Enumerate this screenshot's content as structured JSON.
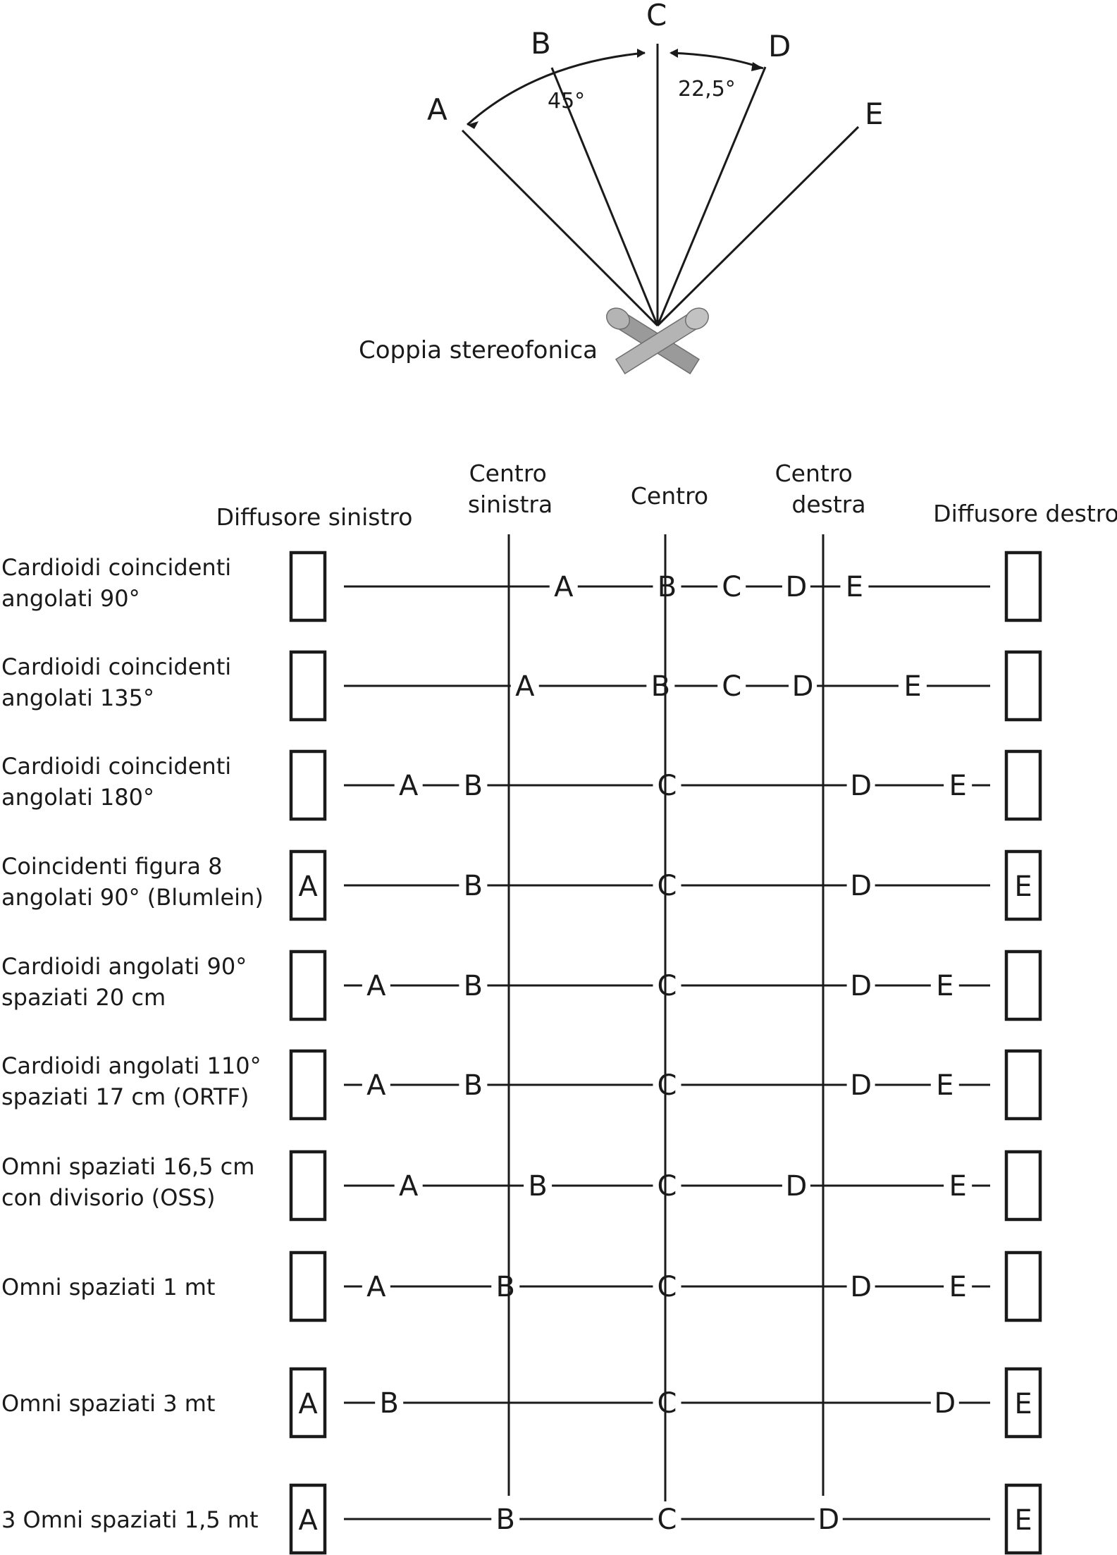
{
  "top_diagram": {
    "ray_labels": [
      "A",
      "B",
      "C",
      "D",
      "E"
    ],
    "angle_labels": [
      "45°",
      "22,5°"
    ],
    "caption": "Coppia stereofonica",
    "mic_colors": [
      "#9a9a9a",
      "#b4b4b4"
    ]
  },
  "table": {
    "column_headers": {
      "left_speaker": "Diffusore sinistro",
      "center_left": [
        "Centro",
        "sinistra"
      ],
      "center": "Centro",
      "center_right": [
        "Centro",
        "destra"
      ],
      "right_speaker": "Diffusore destro"
    },
    "rows": [
      {
        "label": [
          "Cardioidi coincidenti",
          "angolati 90°"
        ],
        "positions": {
          "A": 0.34,
          "B": 0.5,
          "C": 0.6,
          "D": 0.7,
          "E": 0.79
        },
        "left_box": "",
        "right_box": ""
      },
      {
        "label": [
          "Cardioidi coincidenti",
          "angolati 135°"
        ],
        "positions": {
          "A": 0.28,
          "B": 0.49,
          "C": 0.6,
          "D": 0.71,
          "E": 0.88
        },
        "left_box": "",
        "right_box": ""
      },
      {
        "label": [
          "Cardioidi coincidenti",
          "angolati 180°"
        ],
        "positions": {
          "A": 0.1,
          "B": 0.2,
          "C": 0.5,
          "D": 0.8,
          "E": 0.95
        },
        "left_box": "",
        "right_box": ""
      },
      {
        "label": [
          "Coincidenti figura 8",
          "angolati 90° (Blumlein)"
        ],
        "positions": {
          "A": null,
          "B": 0.2,
          "C": 0.5,
          "D": 0.8,
          "E": null
        },
        "left_box": "A",
        "right_box": "E"
      },
      {
        "label": [
          "Cardioidi angolati 90°",
          "spaziati 20 cm"
        ],
        "positions": {
          "A": 0.05,
          "B": 0.2,
          "C": 0.5,
          "D": 0.8,
          "E": 0.93
        },
        "left_box": "",
        "right_box": ""
      },
      {
        "label": [
          "Cardioidi angolati 110°",
          "spaziati 17 cm (ORTF)"
        ],
        "positions": {
          "A": 0.05,
          "B": 0.2,
          "C": 0.5,
          "D": 0.8,
          "E": 0.93
        },
        "left_box": "",
        "right_box": ""
      },
      {
        "label": [
          "Omni spaziati 16,5 cm",
          "con divisorio (OSS)"
        ],
        "positions": {
          "A": 0.1,
          "B": 0.3,
          "C": 0.5,
          "D": 0.7,
          "E": 0.95
        },
        "left_box": "",
        "right_box": ""
      },
      {
        "label": [
          "Omni spaziati 1 mt"
        ],
        "positions": {
          "A": 0.05,
          "B": 0.25,
          "C": 0.5,
          "D": 0.8,
          "E": 0.95
        },
        "left_box": "",
        "right_box": ""
      },
      {
        "label": [
          "Omni spaziati 3 mt"
        ],
        "positions": {
          "A": null,
          "B": 0.07,
          "C": 0.5,
          "D": 0.93,
          "E": null
        },
        "left_box": "A",
        "right_box": "E"
      },
      {
        "label": [
          "3 Omni spaziati 1,5 mt"
        ],
        "positions": {
          "A": null,
          "B": 0.25,
          "C": 0.5,
          "D": 0.75,
          "E": null
        },
        "left_box": "A",
        "right_box": "E"
      }
    ]
  }
}
